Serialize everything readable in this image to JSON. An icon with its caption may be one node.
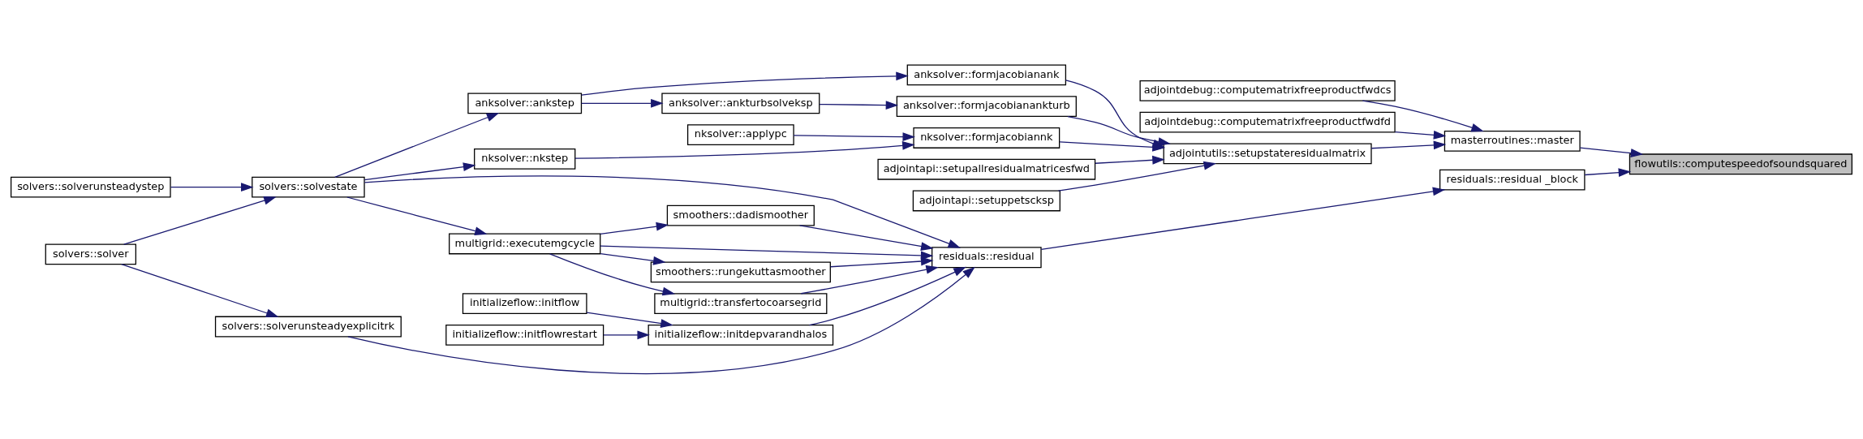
{
  "diagram": {
    "nodes": [
      {
        "text": [
          "flowutils::computespeedofsoundsquared"
        ]
      },
      {
        "text": [
          "masterroutines::master"
        ]
      },
      {
        "text": [
          "residuals::residual _block"
        ]
      },
      {
        "text": [
          "adjointdebug::computematrixfreeproductfwdcs"
        ]
      },
      {
        "text": [
          "adjointdebug::computematrixfreeproductfwdfd"
        ]
      },
      {
        "text": [
          "adjointutils::setupstateresidualmatrix"
        ]
      },
      {
        "text": [
          "residuals::residual"
        ]
      },
      {
        "text": [
          "anksolver::formjacobianank"
        ]
      },
      {
        "text": [
          "anksolver::formjacobianankturb"
        ]
      },
      {
        "text": [
          "nksolver::formjacobiannk"
        ]
      },
      {
        "text": [
          "adjointapi::setupallresidualmatricesfwd"
        ]
      },
      {
        "text": [
          "adjointapi::setuppetscksp"
        ]
      },
      {
        "text": [
          "anksolver::ankturbsolveksp"
        ]
      },
      {
        "text": [
          "nksolver::applypc"
        ]
      },
      {
        "text": [
          "anksolver::ankstep"
        ]
      },
      {
        "text": [
          "nksolver::nkstep"
        ]
      },
      {
        "text": [
          "solvers::solvestate"
        ]
      },
      {
        "text": [
          "smoothers::dadismoother"
        ]
      },
      {
        "text": [
          "multigrid::executemgcycle"
        ]
      },
      {
        "text": [
          "smoothers::rungekuttasmoother"
        ]
      },
      {
        "text": [
          "multigrid::transfertocoarsegrid"
        ]
      },
      {
        "text": [
          "initializeflow::initflow"
        ]
      },
      {
        "text": [
          "initializeflow::initflowrestart"
        ]
      },
      {
        "text": [
          "initializeflow::initdepvarandhalos"
        ]
      },
      {
        "text": [
          "solvers::solverunsteadyexplicitrk"
        ]
      },
      {
        "text": [
          "solvers::solverunsteadystep"
        ]
      },
      {
        "text": [
          "solvers::solver"
        ]
      }
    ],
    "edges": [
      {
        "from": 1,
        "to": 0,
        "arrow": "to"
      },
      {
        "from": 2,
        "to": 0,
        "arrow": "to"
      },
      {
        "from": 3,
        "to": 1,
        "arrow": "to"
      },
      {
        "from": 4,
        "to": 1,
        "arrow": "to"
      },
      {
        "from": 5,
        "to": 1,
        "arrow": "to"
      },
      {
        "from": 6,
        "to": 2,
        "arrow": "to"
      },
      {
        "from": 7,
        "to": 5,
        "arrow": "to"
      },
      {
        "from": 8,
        "to": 5,
        "arrow": "to"
      },
      {
        "from": 9,
        "to": 5,
        "arrow": "to"
      },
      {
        "from": 10,
        "to": 5,
        "arrow": "to"
      },
      {
        "from": 11,
        "to": 5,
        "arrow": "to"
      },
      {
        "from": 14,
        "to": 7,
        "arrow": "to"
      },
      {
        "from": 12,
        "to": 8,
        "arrow": "to"
      },
      {
        "from": 13,
        "to": 9,
        "arrow": "to"
      },
      {
        "from": 15,
        "to": 9,
        "arrow": "to"
      },
      {
        "from": 14,
        "to": 12,
        "arrow": "to"
      },
      {
        "from": 16,
        "to": 14,
        "arrow": "to"
      },
      {
        "from": 16,
        "to": 15,
        "arrow": "to"
      },
      {
        "from": 16,
        "to": 6,
        "arrow": "to"
      },
      {
        "from": 17,
        "to": 6,
        "arrow": "to"
      },
      {
        "from": 18,
        "to": 6,
        "arrow": "to"
      },
      {
        "from": 19,
        "to": 6,
        "arrow": "to"
      },
      {
        "from": 20,
        "to": 6,
        "arrow": "to"
      },
      {
        "from": 23,
        "to": 6,
        "arrow": "to"
      },
      {
        "from": 24,
        "to": 6,
        "arrow": "to"
      },
      {
        "from": 18,
        "to": 17,
        "arrow": "to"
      },
      {
        "from": 18,
        "to": 19,
        "arrow": "to"
      },
      {
        "from": 18,
        "to": 20,
        "arrow": "to"
      },
      {
        "from": 16,
        "to": 18,
        "arrow": "to"
      },
      {
        "from": 21,
        "to": 23,
        "arrow": "to"
      },
      {
        "from": 22,
        "to": 23,
        "arrow": "to"
      },
      {
        "from": 25,
        "to": 16,
        "arrow": "to"
      },
      {
        "from": 26,
        "to": 16,
        "arrow": "to"
      },
      {
        "from": 26,
        "to": 24,
        "arrow": "to"
      }
    ]
  }
}
